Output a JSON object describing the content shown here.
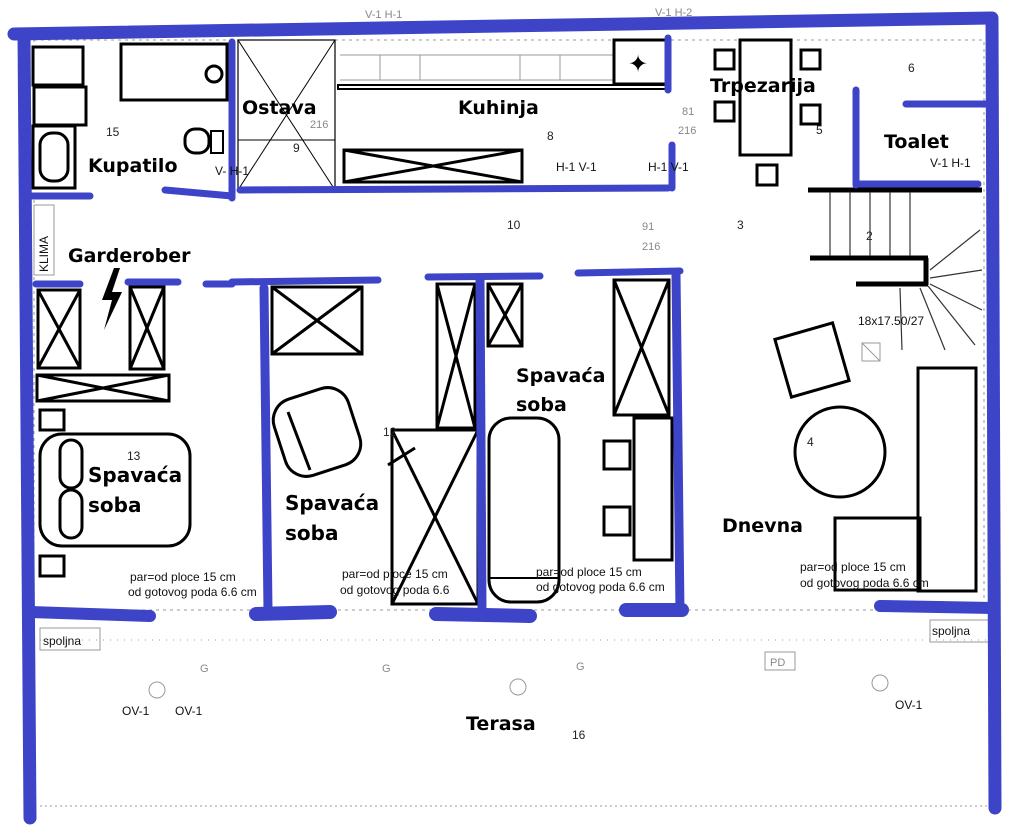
{
  "rooms": {
    "kupatilo": "Kupatilo",
    "ostava": "Ostava",
    "kuhinja": "Kuhinja",
    "trpezarija": "Trpezarija",
    "toalet": "Toalet",
    "garderober": "Garderober",
    "spavaca_1_line1": "Spavaća",
    "spavaca_1_line2": "soba",
    "spavaca_2_line1": "Spavaća",
    "spavaca_2_line2": "soba",
    "spavaca_3_line1": "Spavaća",
    "spavaca_3_line2": "soba",
    "dnevna": "Dnevna",
    "terasa": "Terasa"
  },
  "numbers": {
    "n15": "15",
    "n9": "9",
    "n8": "8",
    "n5": "5",
    "n6": "6",
    "n10": "10",
    "n3": "3",
    "n2": "2",
    "n13": "13",
    "n12": "12",
    "n4": "4",
    "n16": "16"
  },
  "annotations": {
    "par_1": "par=od ploce 15 cm",
    "god_1": "od gotovog poda 6.6 cm",
    "par_2": "par=od ploce 15 cm",
    "god_2": "od gotovog poda 6.6",
    "par_3": "par=od ploce 15 cm",
    "god_3": "od gotovog poda 6.6 cm",
    "par_4": "par=od ploce 15 cm",
    "god_4": "od gotovog poda 6.6 cm",
    "spoljna_left": "spoljna",
    "spoljna_right": "spoljna",
    "stairs": "18x17.50/27",
    "klima": "KLIMA",
    "ov_1": "OV-1",
    "ov_2": "OV-1",
    "ov_3": "OV-1",
    "v1h1_top": "V-1 H-1",
    "v1h2_top": "V-1 H-2",
    "h1v1_kitchen": "H-1 V-1",
    "h1v1_right": "H-1 V-1",
    "v1h1_toalet": "V-1 H-1",
    "v_h1_bath": "V- H-1",
    "d216_a": "216",
    "d216_b": "216",
    "d216_c": "216",
    "d81": "81",
    "d91": "91",
    "g1": "G",
    "g2": "G",
    "g3": "G",
    "pd": "PD"
  }
}
